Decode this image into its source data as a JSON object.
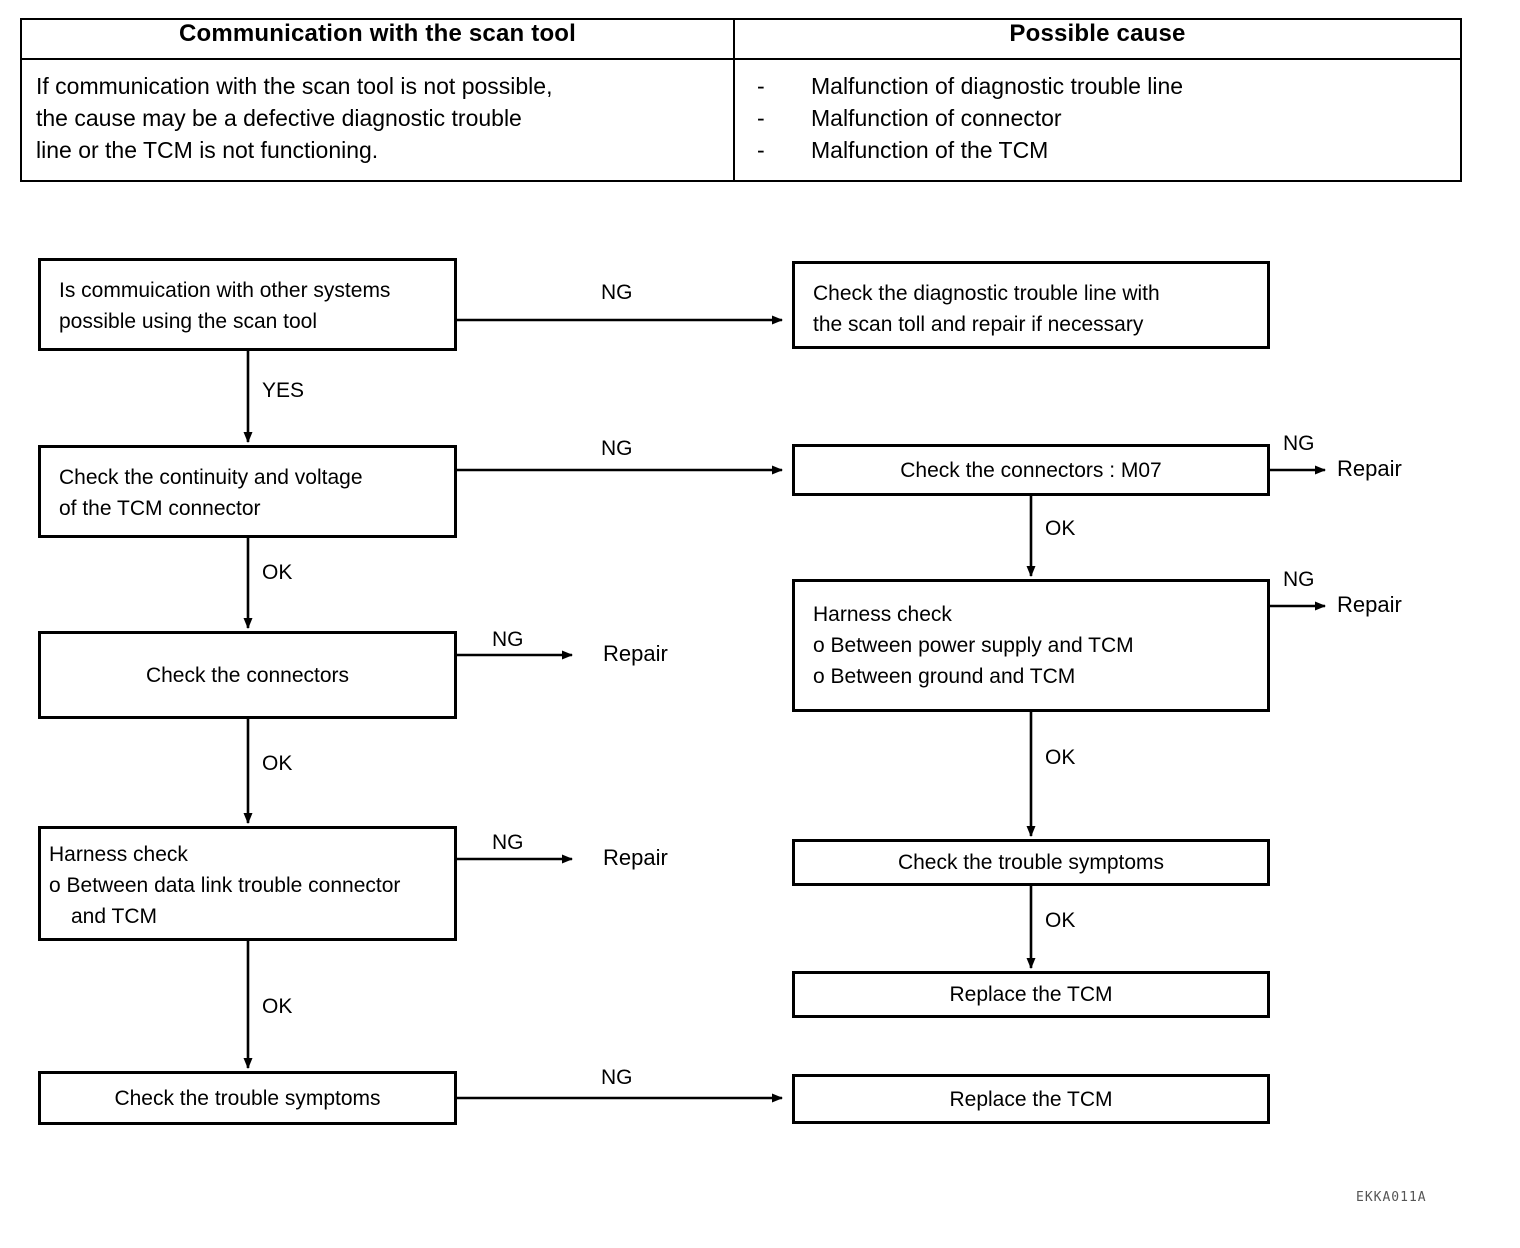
{
  "table": {
    "headers": [
      "Communication with the scan tool",
      "Possible cause"
    ],
    "description": [
      "If communication with the scan tool is not possible,",
      "the cause may be a defective diagnostic trouble",
      "line or the TCM is not functioning."
    ],
    "causes": [
      {
        "dash": "-",
        "text": "Malfunction of diagnostic trouble line"
      },
      {
        "dash": "-",
        "text": "Malfunction of connector"
      },
      {
        "dash": "-",
        "text": "Malfunction of the TCM"
      }
    ]
  },
  "flow": {
    "nodes": {
      "l1": {
        "lines": [
          "Is commuication with other systems",
          "possible using the scan tool"
        ]
      },
      "r1": {
        "lines": [
          "Check the diagnostic trouble line with",
          "the scan toll and repair if necessary"
        ]
      },
      "l2": {
        "lines": [
          "Check the continuity and voltage",
          "of the TCM connector"
        ]
      },
      "r2": {
        "lines": [
          "Check the connectors : M07"
        ]
      },
      "l3": {
        "lines": [
          "Check the connectors"
        ]
      },
      "r3": {
        "lines": [
          "Harness check",
          "o Between power supply and TCM",
          "o Between ground and TCM"
        ]
      },
      "l4": {
        "lines": [
          "Harness check",
          "o Between data link trouble connector",
          "and TCM"
        ]
      },
      "r4": {
        "lines": [
          "Check the trouble symptoms"
        ]
      },
      "r5": {
        "lines": [
          "Replace the TCM"
        ]
      },
      "l5": {
        "lines": [
          "Check the trouble symptoms"
        ]
      },
      "r6": {
        "lines": [
          "Replace the TCM"
        ]
      }
    },
    "labels": {
      "ng_l1_r1": "NG",
      "yes_l1_l2": "YES",
      "ng_l2_r2": "NG",
      "ng_r2_repair": "NG",
      "ok_l2_l3": "OK",
      "ok_r2_r3": "OK",
      "ng_l3_repair": "NG",
      "ng_r3_repair": "NG",
      "ok_l3_l4": "OK",
      "ok_r3_r4": "OK",
      "ng_l4_repair": "NG",
      "ok_r4_r5": "OK",
      "ok_l4_l5": "OK",
      "ng_l5_r6": "NG"
    },
    "terminals": {
      "repair_r2": "Repair",
      "repair_l3": "Repair",
      "repair_r3": "Repair",
      "repair_l4": "Repair"
    }
  },
  "figure_code": "EKKA011A"
}
